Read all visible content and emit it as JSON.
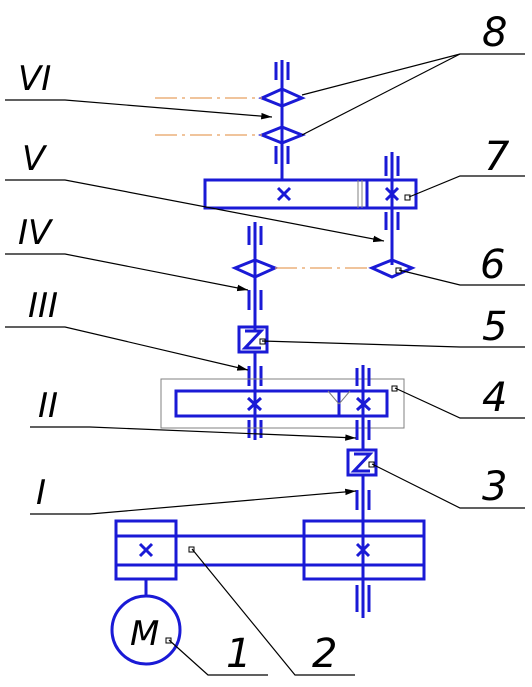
{
  "diagram": {
    "shaft_labels": [
      "VI",
      "V",
      "IV",
      "III",
      "II",
      "I"
    ],
    "part_labels": [
      "8",
      "7",
      "6",
      "5",
      "4",
      "3",
      "2",
      "1"
    ],
    "motor_label": "M"
  },
  "colors": {
    "lines": "#1a1ad6",
    "axis": "#e8a060",
    "leader": "#000000",
    "housing": "#808080"
  }
}
